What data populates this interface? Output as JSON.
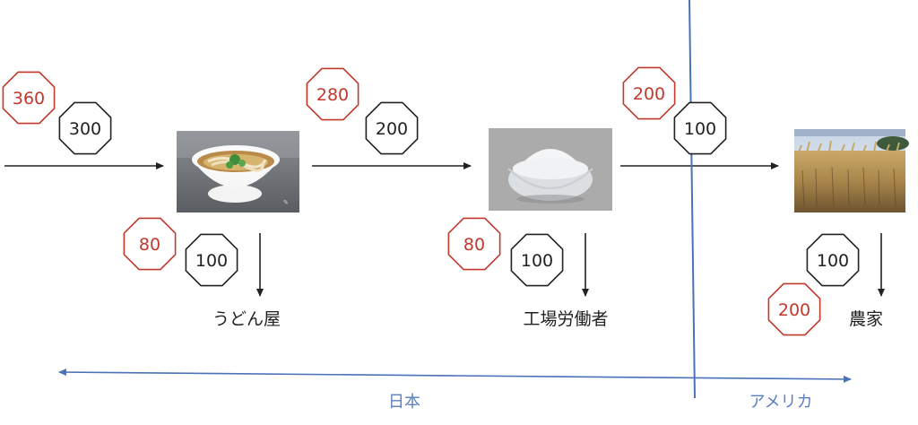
{
  "colors": {
    "red": "#c0392b",
    "black": "#222222",
    "blue": "#4a72b8",
    "region_text": "#5b7fbf"
  },
  "regions": {
    "japan": "日本",
    "america": "アメリカ"
  },
  "actors": {
    "udon_shop": "うどん屋",
    "factory_worker": "工場労働者",
    "farmer": "農家"
  },
  "images": {
    "udon": "udon-bowl-photo",
    "flour": "flour-bowl-photo",
    "wheat": "wheat-field-photo"
  },
  "badges": {
    "udon_in_red": "360",
    "udon_in_black": "300",
    "flour_to_udon_red": "280",
    "flour_to_udon_black": "200",
    "wheat_to_flour_red": "200",
    "wheat_to_flour_black": "100",
    "udon_shop_red": "80",
    "udon_shop_black": "100",
    "factory_red": "80",
    "factory_black": "100",
    "farmer_black": "100",
    "farmer_red": "200"
  }
}
